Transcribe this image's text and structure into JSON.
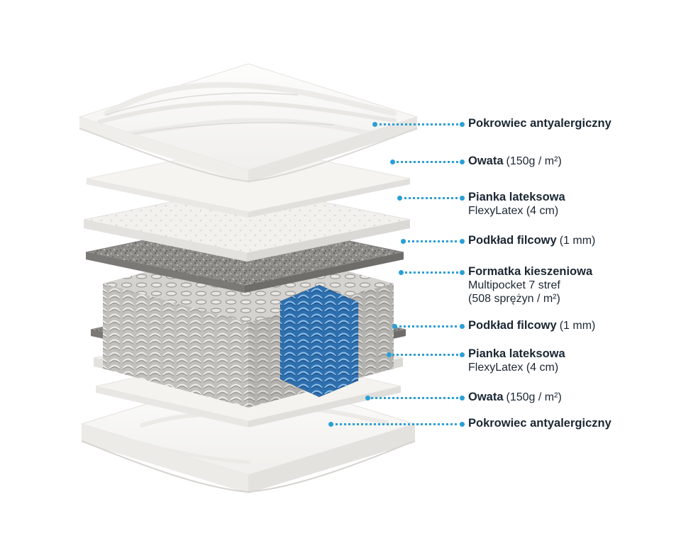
{
  "page": {
    "background": "#ffffff"
  },
  "accent_color": "#2b9fd6",
  "text_color": "#1b2733",
  "diagram": {
    "type": "exploded-mattress-layers",
    "layer_count": 9,
    "spring_zone_color": "#2e6fae"
  },
  "labels": [
    {
      "bold": "Pokrowiec antyalergiczny",
      "inline": "",
      "line2": "",
      "line3": ""
    },
    {
      "bold": "Owata",
      "inline": "(150g / m²)",
      "line2": "",
      "line3": ""
    },
    {
      "bold": "Pianka lateksowa",
      "inline": "",
      "line2": "FlexyLatex (4 cm)",
      "line3": ""
    },
    {
      "bold": "Podkład filcowy",
      "inline": "(1 mm)",
      "line2": "",
      "line3": ""
    },
    {
      "bold": "Formatka kieszeniowa",
      "inline": "",
      "line2": "Multipocket 7 stref",
      "line3": "(508 sprężyn / m²)"
    },
    {
      "bold": "Podkład filcowy",
      "inline": "(1 mm)",
      "line2": "",
      "line3": ""
    },
    {
      "bold": "Pianka lateksowa",
      "inline": "",
      "line2": "FlexyLatex (4 cm)",
      "line3": ""
    },
    {
      "bold": "Owata",
      "inline": "(150g / m²)",
      "line2": "",
      "line3": ""
    },
    {
      "bold": "Pokrowiec antyalergiczny",
      "inline": "",
      "line2": "",
      "line3": ""
    }
  ]
}
